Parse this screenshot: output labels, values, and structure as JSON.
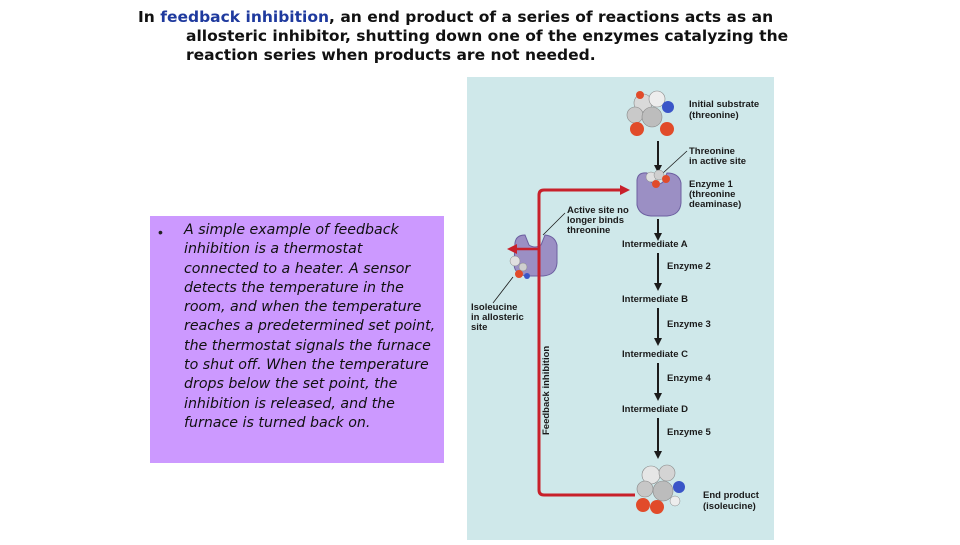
{
  "title": {
    "prefix": "In ",
    "keyword": "feedback inhibition",
    "line1_rest": ", an end product of a series of reactions acts as an",
    "line2": "allosteric inhibitor, shutting down one of the enzymes catalyzing the",
    "line3": "reaction series when products are not needed."
  },
  "bullet_box": {
    "bullet": "•",
    "text": "A simple example of feedback inhibition is a thermostat connected to a heater. A sensor detects the temperature in the room, and when the temperature reaches a predetermined set point, the thermostat signals the furnace to shut off. When the temperature drops below the set point, the inhibition is released, and the furnace is turned back on."
  },
  "figure": {
    "initial_substrate_1": "Initial substrate",
    "initial_substrate_2": "(threonine)",
    "threonine_site_1": "Threonine",
    "threonine_site_2": "in active site",
    "enzyme1_1": "Enzyme 1",
    "enzyme1_2": "(threonine",
    "enzyme1_3": "deaminase)",
    "active_site_1": "Active site no",
    "active_site_2": "longer binds",
    "active_site_3": "threonine",
    "intermediate_a": "Intermediate A",
    "enzyme2": "Enzyme 2",
    "intermediate_b": "Intermediate B",
    "enzyme3": "Enzyme 3",
    "intermediate_c": "Intermediate C",
    "enzyme4": "Enzyme 4",
    "intermediate_d": "Intermediate D",
    "enzyme5": "Enzyme 5",
    "isoleucine_1": "Isoleucine",
    "isoleucine_2": "in allosteric",
    "isoleucine_3": "site",
    "feedback_label": "Feedback inhibition",
    "end_product_1": "End product",
    "end_product_2": "(isoleucine)",
    "colors": {
      "arrow": "#c8202a",
      "enzyme": "#9b8fc4",
      "background": "#cfe8ea"
    }
  }
}
